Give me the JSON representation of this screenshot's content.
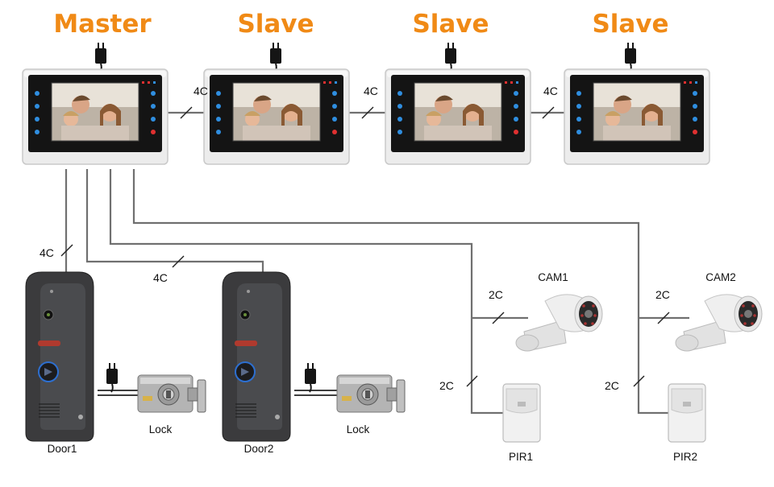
{
  "header": {
    "master_title": "Master",
    "slave_titles": [
      "Slave",
      "Slave",
      "Slave"
    ]
  },
  "labels": {
    "monitor_link": [
      "4C",
      "4C",
      "4C"
    ],
    "door1_wire": "4C",
    "door2_wire": "4C",
    "cam1_wire": "2C",
    "cam2_wire": "2C",
    "pir1_wire": "2C",
    "pir2_wire": "2C",
    "door1": "Door1",
    "door2": "Door2",
    "lock1": "Lock",
    "lock2": "Lock",
    "cam1": "CAM1",
    "cam2": "CAM2",
    "pir1": "PIR1",
    "pir2": "PIR2"
  },
  "colors": {
    "title_orange": "#f08a16",
    "wire_gray": "#707070",
    "monitor_frame": "#e9e9e9",
    "monitor_bezel": "#141414",
    "doorbell_body": "#3b3b3d"
  }
}
